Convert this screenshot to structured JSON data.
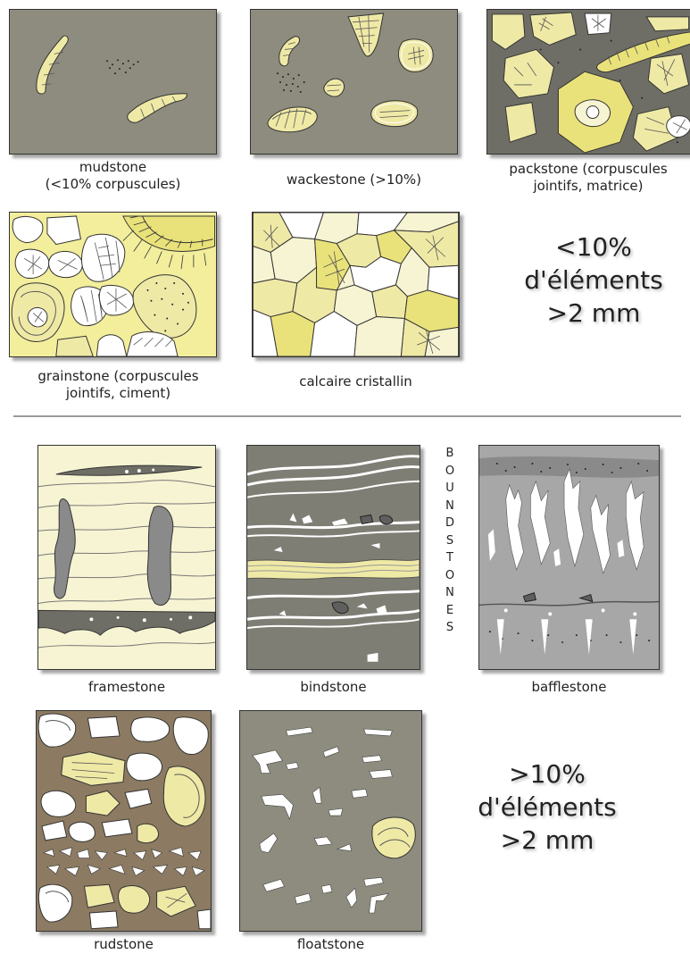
{
  "captions": {
    "mudstone_1": "mudstone",
    "mudstone_2": "(<10% corpuscules)",
    "wackestone": "wackestone (>10%)",
    "packstone_1": "packstone (corpuscules",
    "packstone_2": "jointifs, matrice)",
    "grainstone_1": "grainstone (corpuscules",
    "grainstone_2": "jointifs, ciment)",
    "calcaire": "calcaire cristallin",
    "framestone": "framestone",
    "bindstone": "bindstone",
    "bafflestone": "bafflestone",
    "rudstone": "rudstone",
    "floatstone": "floatstone"
  },
  "group_top": {
    "line1": "<10%",
    "line2": "d'éléments",
    "line3": ">2 mm"
  },
  "group_bottom": {
    "line1": ">10%",
    "line2": "d'éléments",
    "line3": ">2 mm"
  },
  "boundstones_letters": [
    "B",
    "O",
    "U",
    "N",
    "D",
    "S",
    "T",
    "O",
    "N",
    "E",
    "S"
  ],
  "colors": {
    "matrix_grey": "#8d8c7e",
    "grain_yellow": "#efe9a6",
    "light_cream": "#f7f4d3",
    "bright_yellow": "#e9e27a",
    "boundstone_grey": "#7f7e74",
    "bafflestone_grey": "#a7a7a7",
    "rudstone_brown": "#8c7b62",
    "dark_grey": "#5f5f5f"
  }
}
